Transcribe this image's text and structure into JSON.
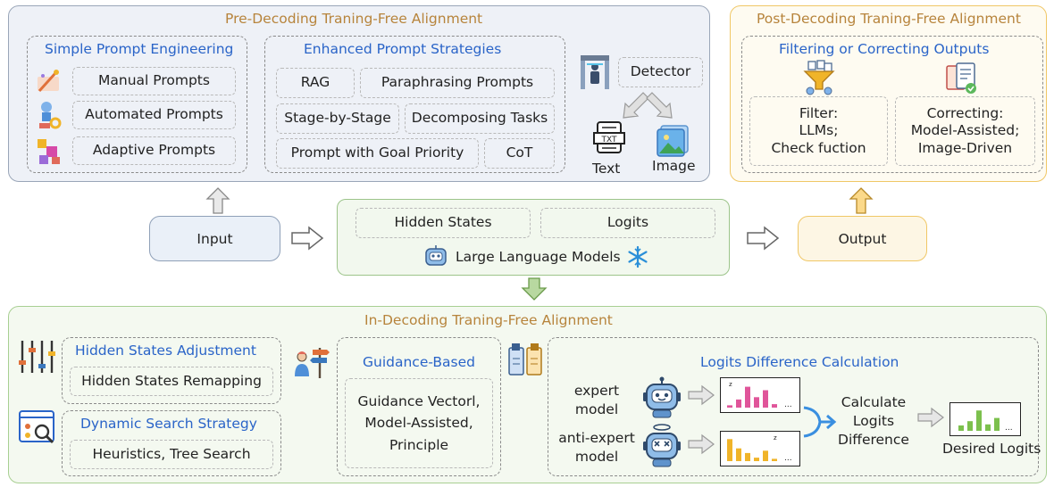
{
  "pre": {
    "title": "Pre-Decoding Traning-Free Alignment",
    "simple": {
      "title": "Simple Prompt Engineering",
      "items": [
        "Manual Prompts",
        "Automated Prompts",
        "Adaptive Prompts"
      ]
    },
    "enhanced": {
      "title": "Enhanced Prompt Strategies",
      "items": [
        "RAG",
        "Paraphrasing Prompts",
        "Stage-by-Stage",
        "Decomposing Tasks",
        "Prompt with Goal Priority",
        "CoT"
      ]
    },
    "detector": {
      "label": "Detector",
      "text": "Text",
      "image": "Image",
      "txt_icon": "TXT"
    }
  },
  "post": {
    "title": "Post-Decoding Traning-Free Alignment",
    "sub": "Filtering or Correcting Outputs",
    "filter": [
      "Filter:",
      "LLMs;",
      "Check fuction"
    ],
    "correct": [
      "Correcting:",
      "Model-Assisted;",
      "Image-Driven"
    ]
  },
  "middle": {
    "input": "Input",
    "output": "Output",
    "hidden": "Hidden States",
    "logits": "Logits",
    "llm": "Large Language Models"
  },
  "in": {
    "title": "In-Decoding Traning-Free Alignment",
    "hsa": {
      "title": "Hidden States Adjustment",
      "item": "Hidden States Remapping"
    },
    "dss": {
      "title": "Dynamic Search Strategy",
      "item": "Heuristics, Tree Search"
    },
    "guide": {
      "title": "Guidance-Based",
      "items": [
        "Guidance Vectorl,",
        "Model-Assisted,",
        "Principle"
      ]
    },
    "ldc": {
      "title": "Logits Difference Calculation",
      "expert": [
        "expert",
        "model"
      ],
      "anti": [
        "anti-expert",
        "model"
      ],
      "calc": [
        "Calculate",
        "Logits",
        "Difference"
      ],
      "desired": "Desired Logits",
      "z_label": "z"
    }
  },
  "colors": {
    "title": "#b7843c",
    "subtitle": "#2a64c8",
    "pre_bg": "#eef1f7",
    "post_bg": "#fefbf1",
    "in_bg": "#f4f9f0",
    "pink": "#e0559a",
    "yellow": "#f0b429",
    "green": "#7cc04d"
  },
  "chart_data": [
    {
      "type": "bar",
      "title": "expert model logits",
      "values": [
        0.1,
        0.35,
        0.9,
        0.45,
        0.75,
        0.15
      ]
    },
    {
      "type": "bar",
      "title": "anti-expert model logits",
      "values": [
        0.95,
        0.55,
        0.35,
        0.15,
        0.45,
        0.1
      ]
    },
    {
      "type": "bar",
      "title": "Desired Logits",
      "values": [
        0.25,
        0.45,
        0.95,
        0.3,
        0.6
      ]
    }
  ]
}
